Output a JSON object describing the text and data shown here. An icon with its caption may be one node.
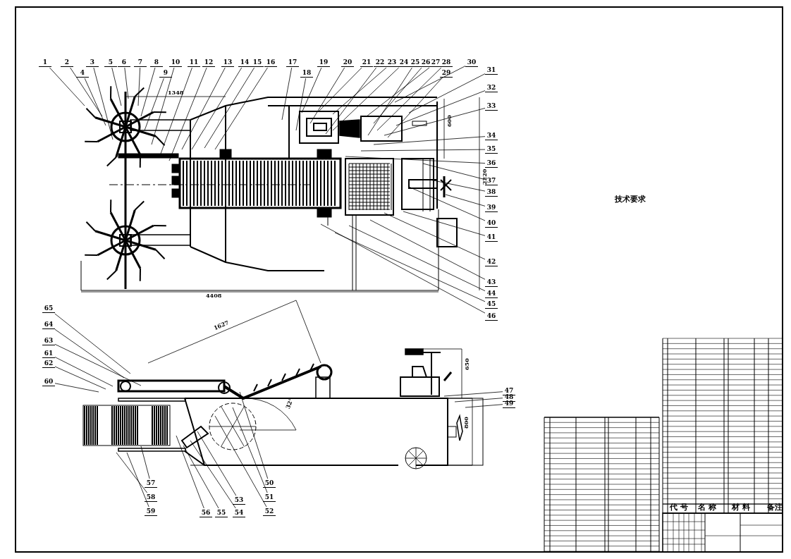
{
  "diagram": {
    "nodes": [
      {
        "text": [
          "1"
        ]
      },
      {
        "text": [
          "2"
        ]
      },
      {
        "text": [
          "3"
        ]
      },
      {
        "text": [
          "4"
        ]
      },
      {
        "text": [
          "5"
        ]
      },
      {
        "text": [
          "6"
        ]
      },
      {
        "text": [
          "7"
        ]
      },
      {
        "text": [
          "8"
        ]
      },
      {
        "text": [
          "9"
        ]
      },
      {
        "text": [
          "10"
        ]
      },
      {
        "text": [
          "11"
        ]
      },
      {
        "text": [
          "12"
        ]
      },
      {
        "text": [
          "13"
        ]
      },
      {
        "text": [
          "14"
        ]
      },
      {
        "text": [
          "15"
        ]
      },
      {
        "text": [
          "16"
        ]
      },
      {
        "text": [
          "17"
        ]
      },
      {
        "text": [
          "18"
        ]
      },
      {
        "text": [
          "19"
        ]
      },
      {
        "text": [
          "20"
        ]
      },
      {
        "text": [
          "21"
        ]
      },
      {
        "text": [
          "22"
        ]
      },
      {
        "text": [
          "23"
        ]
      },
      {
        "text": [
          "24"
        ]
      },
      {
        "text": [
          "25"
        ]
      },
      {
        "text": [
          "26"
        ]
      },
      {
        "text": [
          "27"
        ]
      },
      {
        "text": [
          "28"
        ]
      },
      {
        "text": [
          "29"
        ]
      },
      {
        "text": [
          "30"
        ]
      },
      {
        "text": [
          "31"
        ]
      },
      {
        "text": [
          "32"
        ]
      },
      {
        "text": [
          "33"
        ]
      },
      {
        "text": [
          "34"
        ]
      },
      {
        "text": [
          "35"
        ]
      },
      {
        "text": [
          "36"
        ]
      },
      {
        "text": [
          "37"
        ]
      },
      {
        "text": [
          "38"
        ]
      },
      {
        "text": [
          "39"
        ]
      },
      {
        "text": [
          "40"
        ]
      },
      {
        "text": [
          "41"
        ]
      },
      {
        "text": [
          "42"
        ]
      },
      {
        "text": [
          "43"
        ]
      },
      {
        "text": [
          "44"
        ]
      },
      {
        "text": [
          "45"
        ]
      },
      {
        "text": [
          "46"
        ]
      },
      {
        "text": [
          "47"
        ]
      },
      {
        "text": [
          "48"
        ]
      },
      {
        "text": [
          "49"
        ]
      },
      {
        "text": [
          "50"
        ]
      },
      {
        "text": [
          "51"
        ]
      },
      {
        "text": [
          "52"
        ]
      },
      {
        "text": [
          "53"
        ]
      },
      {
        "text": [
          "54"
        ]
      },
      {
        "text": [
          "55"
        ]
      },
      {
        "text": [
          "56"
        ]
      },
      {
        "text": [
          "57"
        ]
      },
      {
        "text": [
          "58"
        ]
      },
      {
        "text": [
          "59"
        ]
      },
      {
        "text": [
          "60"
        ]
      },
      {
        "text": [
          "61"
        ]
      },
      {
        "text": [
          "62"
        ]
      },
      {
        "text": [
          "63"
        ]
      },
      {
        "text": [
          "64"
        ]
      },
      {
        "text": [
          "65"
        ]
      }
    ],
    "edges": [
      {
        "from": 0,
        "to": null,
        "arrow": "none"
      },
      {
        "from": 1,
        "to": null,
        "arrow": "none"
      },
      {
        "from": 2,
        "to": null,
        "arrow": "none"
      },
      {
        "from": 3,
        "to": null,
        "arrow": "none"
      },
      {
        "from": 4,
        "to": null,
        "arrow": "none"
      },
      {
        "from": 5,
        "to": null,
        "arrow": "none"
      },
      {
        "from": 6,
        "to": null,
        "arrow": "none"
      },
      {
        "from": 7,
        "to": null,
        "arrow": "none"
      },
      {
        "from": 8,
        "to": null,
        "arrow": "none"
      },
      {
        "from": 9,
        "to": null,
        "arrow": "none"
      },
      {
        "from": 10,
        "to": null,
        "arrow": "none"
      },
      {
        "from": 11,
        "to": null,
        "arrow": "none"
      },
      {
        "from": 12,
        "to": null,
        "arrow": "none"
      },
      {
        "from": 13,
        "to": null,
        "arrow": "none"
      },
      {
        "from": 14,
        "to": null,
        "arrow": "none"
      },
      {
        "from": 15,
        "to": null,
        "arrow": "none"
      },
      {
        "from": 16,
        "to": null,
        "arrow": "none"
      },
      {
        "from": 17,
        "to": null,
        "arrow": "none"
      },
      {
        "from": 18,
        "to": null,
        "arrow": "none"
      },
      {
        "from": 19,
        "to": null,
        "arrow": "none"
      },
      {
        "from": 20,
        "to": null,
        "arrow": "none"
      },
      {
        "from": 21,
        "to": null,
        "arrow": "none"
      },
      {
        "from": 22,
        "to": null,
        "arrow": "none"
      },
      {
        "from": 23,
        "to": null,
        "arrow": "none"
      },
      {
        "from": 24,
        "to": null,
        "arrow": "none"
      },
      {
        "from": 25,
        "to": null,
        "arrow": "none"
      },
      {
        "from": 26,
        "to": null,
        "arrow": "none"
      },
      {
        "from": 27,
        "to": null,
        "arrow": "none"
      },
      {
        "from": 28,
        "to": null,
        "arrow": "none"
      },
      {
        "from": 29,
        "to": null,
        "arrow": "none"
      },
      {
        "from": 30,
        "to": null,
        "arrow": "none"
      },
      {
        "from": 31,
        "to": null,
        "arrow": "none"
      },
      {
        "from": 32,
        "to": null,
        "arrow": "none"
      },
      {
        "from": 33,
        "to": null,
        "arrow": "none"
      },
      {
        "from": 34,
        "to": null,
        "arrow": "none"
      },
      {
        "from": 35,
        "to": null,
        "arrow": "none"
      },
      {
        "from": 36,
        "to": null,
        "arrow": "none"
      },
      {
        "from": 37,
        "to": null,
        "arrow": "none"
      },
      {
        "from": 38,
        "to": null,
        "arrow": "none"
      },
      {
        "from": 39,
        "to": null,
        "arrow": "none"
      },
      {
        "from": 40,
        "to": null,
        "arrow": "none"
      },
      {
        "from": 41,
        "to": null,
        "arrow": "none"
      },
      {
        "from": 42,
        "to": null,
        "arrow": "none"
      },
      {
        "from": 43,
        "to": null,
        "arrow": "none"
      },
      {
        "from": 44,
        "to": null,
        "arrow": "none"
      },
      {
        "from": 45,
        "to": null,
        "arrow": "none"
      },
      {
        "from": 46,
        "to": null,
        "arrow": "none"
      },
      {
        "from": 47,
        "to": null,
        "arrow": "none"
      },
      {
        "from": 48,
        "to": null,
        "arrow": "none"
      },
      {
        "from": 49,
        "to": null,
        "arrow": "none"
      },
      {
        "from": 50,
        "to": null,
        "arrow": "none"
      },
      {
        "from": 51,
        "to": null,
        "arrow": "none"
      },
      {
        "from": 52,
        "to": null,
        "arrow": "none"
      },
      {
        "from": 53,
        "to": null,
        "arrow": "none"
      },
      {
        "from": 54,
        "to": null,
        "arrow": "none"
      },
      {
        "from": 55,
        "to": null,
        "arrow": "none"
      },
      {
        "from": 56,
        "to": null,
        "arrow": "none"
      },
      {
        "from": 57,
        "to": null,
        "arrow": "none"
      },
      {
        "from": 58,
        "to": null,
        "arrow": "none"
      },
      {
        "from": 59,
        "to": null,
        "arrow": "none"
      },
      {
        "from": 60,
        "to": null,
        "arrow": "none"
      },
      {
        "from": 61,
        "to": null,
        "arrow": "none"
      },
      {
        "from": 62,
        "to": null,
        "arrow": "none"
      },
      {
        "from": 63,
        "to": null,
        "arrow": "none"
      },
      {
        "from": 64,
        "to": null,
        "arrow": "none"
      }
    ],
    "labels": [
      "1348",
      "600",
      "2220",
      "4408",
      "1627",
      "32°",
      "650",
      "800",
      "技术要求",
      "代 号",
      "名 称",
      "材 料",
      "备注"
    ]
  }
}
